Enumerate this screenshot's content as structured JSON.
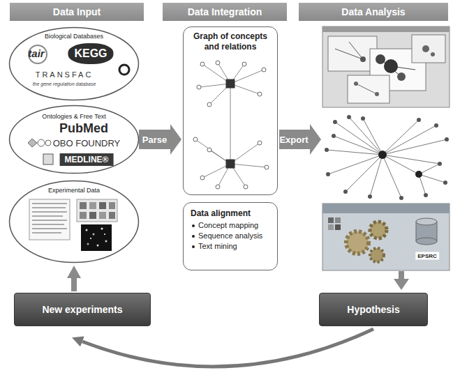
{
  "diagram": {
    "nodes": [
      {
        "text": [
          "Data Input"
        ]
      },
      {
        "text": [
          "Data Integration"
        ]
      },
      {
        "text": [
          "Data Analysis"
        ]
      },
      {
        "text": [
          "Biological Databases",
          "tair",
          "KEGG",
          "TRANSFAC",
          "the gene regulation database"
        ]
      },
      {
        "text": [
          "Ontologies & Free Text",
          "PubMed",
          "OBO FOUNDRY",
          "MEDLINE®"
        ]
      },
      {
        "text": [
          "Experimental Data"
        ]
      },
      {
        "text": [
          "Graph of concepts and relations"
        ]
      },
      {
        "text": [
          "Data alignment",
          "Concept mapping",
          "Sequence analysis",
          "Text mining"
        ]
      },
      {
        "text": [
          "New experiments"
        ]
      },
      {
        "text": [
          "Hypothesis"
        ]
      }
    ],
    "edges": [
      {
        "from": 4,
        "to": 6,
        "label": "Parse",
        "arrow": "to"
      },
      {
        "from": 8,
        "to": 5,
        "arrow": "to"
      },
      {
        "from": 9,
        "to": 8,
        "arrow": "to"
      }
    ],
    "labels": [
      "Export",
      "EPSRC"
    ]
  }
}
